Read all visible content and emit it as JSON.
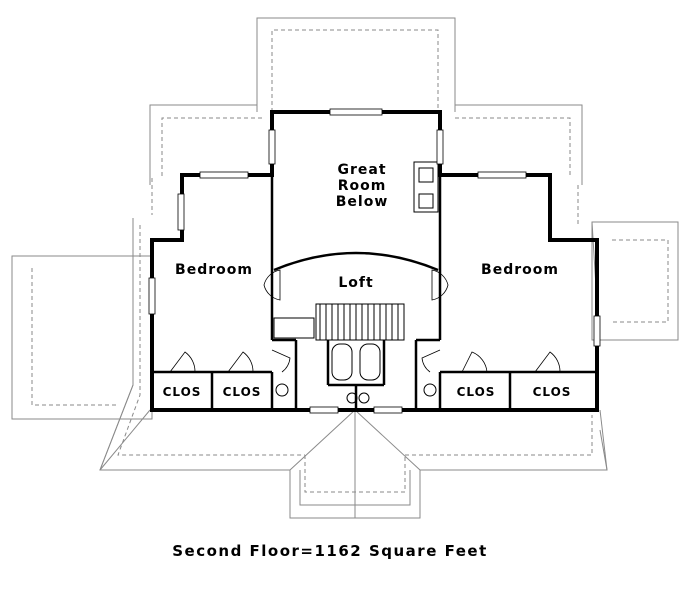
{
  "rooms": {
    "great_room_line1": "Great",
    "great_room_line2": "Room",
    "great_room_line3": "Below",
    "loft": "Loft",
    "bedroom_left": "Bedroom",
    "bedroom_right": "Bedroom",
    "closets": [
      "CLOS",
      "CLOS",
      "CLOS",
      "CLOS"
    ]
  },
  "caption": "Second Floor=1162 Square Feet"
}
